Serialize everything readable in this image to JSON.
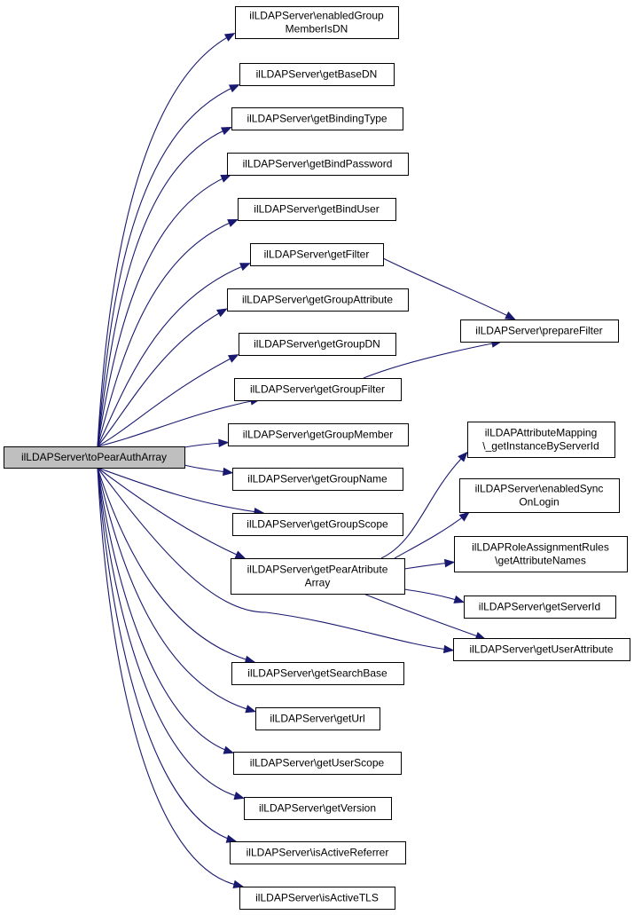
{
  "graph": {
    "root": "root",
    "colors": {
      "edge": "#191970",
      "root_fill": "#bfbfbf",
      "node_fill": "#ffffff",
      "border": "#000000"
    },
    "nodes": [
      {
        "id": "root",
        "lines": [
          "ilLDAPServer\\toPearAuthArray"
        ]
      },
      {
        "id": "enabledGroupMemberIsDN",
        "lines": [
          "ilLDAPServer\\enabledGroup",
          "MemberIsDN"
        ]
      },
      {
        "id": "getBaseDN",
        "lines": [
          "ilLDAPServer\\getBaseDN"
        ]
      },
      {
        "id": "getBindingType",
        "lines": [
          "ilLDAPServer\\getBindingType"
        ]
      },
      {
        "id": "getBindPassword",
        "lines": [
          "ilLDAPServer\\getBindPassword"
        ]
      },
      {
        "id": "getBindUser",
        "lines": [
          "ilLDAPServer\\getBindUser"
        ]
      },
      {
        "id": "getFilter",
        "lines": [
          "ilLDAPServer\\getFilter"
        ]
      },
      {
        "id": "getGroupAttribute",
        "lines": [
          "ilLDAPServer\\getGroupAttribute"
        ]
      },
      {
        "id": "getGroupDN",
        "lines": [
          "ilLDAPServer\\getGroupDN"
        ]
      },
      {
        "id": "getGroupFilter",
        "lines": [
          "ilLDAPServer\\getGroupFilter"
        ]
      },
      {
        "id": "getGroupMember",
        "lines": [
          "ilLDAPServer\\getGroupMember"
        ]
      },
      {
        "id": "getGroupName",
        "lines": [
          "ilLDAPServer\\getGroupName"
        ]
      },
      {
        "id": "getGroupScope",
        "lines": [
          "ilLDAPServer\\getGroupScope"
        ]
      },
      {
        "id": "getPearAtributeArray",
        "lines": [
          "ilLDAPServer\\getPearAtribute",
          "Array"
        ]
      },
      {
        "id": "getSearchBase",
        "lines": [
          "ilLDAPServer\\getSearchBase"
        ]
      },
      {
        "id": "getUrl",
        "lines": [
          "ilLDAPServer\\getUrl"
        ]
      },
      {
        "id": "getUserScope",
        "lines": [
          "ilLDAPServer\\getUserScope"
        ]
      },
      {
        "id": "getVersion",
        "lines": [
          "ilLDAPServer\\getVersion"
        ]
      },
      {
        "id": "isActiveReferrer",
        "lines": [
          "ilLDAPServer\\isActiveReferrer"
        ]
      },
      {
        "id": "isActiveTLS",
        "lines": [
          "ilLDAPServer\\isActiveTLS"
        ]
      },
      {
        "id": "prepareFilter",
        "lines": [
          "ilLDAPServer\\prepareFilter"
        ]
      },
      {
        "id": "getInstanceByServerId",
        "lines": [
          "ilLDAPAttributeMapping",
          "\\_getInstanceByServerId"
        ]
      },
      {
        "id": "enabledSyncOnLogin",
        "lines": [
          "ilLDAPServer\\enabledSync",
          "OnLogin"
        ]
      },
      {
        "id": "getAttributeNames",
        "lines": [
          "ilLDAPRoleAssignmentRules",
          "\\getAttributeNames"
        ]
      },
      {
        "id": "getServerId",
        "lines": [
          "ilLDAPServer\\getServerId"
        ]
      },
      {
        "id": "getUserAttribute",
        "lines": [
          "ilLDAPServer\\getUserAttribute"
        ]
      }
    ],
    "edges": [
      {
        "from": "root",
        "to": "enabledGroupMemberIsDN"
      },
      {
        "from": "root",
        "to": "getBaseDN"
      },
      {
        "from": "root",
        "to": "getBindingType"
      },
      {
        "from": "root",
        "to": "getBindPassword"
      },
      {
        "from": "root",
        "to": "getBindUser"
      },
      {
        "from": "root",
        "to": "getFilter"
      },
      {
        "from": "root",
        "to": "getGroupAttribute"
      },
      {
        "from": "root",
        "to": "getGroupDN"
      },
      {
        "from": "root",
        "to": "getGroupFilter"
      },
      {
        "from": "root",
        "to": "getGroupMember"
      },
      {
        "from": "root",
        "to": "getGroupName"
      },
      {
        "from": "root",
        "to": "getGroupScope"
      },
      {
        "from": "root",
        "to": "getPearAtributeArray"
      },
      {
        "from": "root",
        "to": "getUserAttribute"
      },
      {
        "from": "root",
        "to": "getSearchBase"
      },
      {
        "from": "root",
        "to": "getUrl"
      },
      {
        "from": "root",
        "to": "getUserScope"
      },
      {
        "from": "root",
        "to": "getVersion"
      },
      {
        "from": "root",
        "to": "isActiveReferrer"
      },
      {
        "from": "root",
        "to": "isActiveTLS"
      },
      {
        "from": "getFilter",
        "to": "prepareFilter"
      },
      {
        "from": "getGroupFilter",
        "to": "prepareFilter"
      },
      {
        "from": "getPearAtributeArray",
        "to": "getInstanceByServerId"
      },
      {
        "from": "getPearAtributeArray",
        "to": "enabledSyncOnLogin"
      },
      {
        "from": "getPearAtributeArray",
        "to": "getAttributeNames"
      },
      {
        "from": "getPearAtributeArray",
        "to": "getServerId"
      },
      {
        "from": "getPearAtributeArray",
        "to": "getUserAttribute"
      }
    ]
  }
}
